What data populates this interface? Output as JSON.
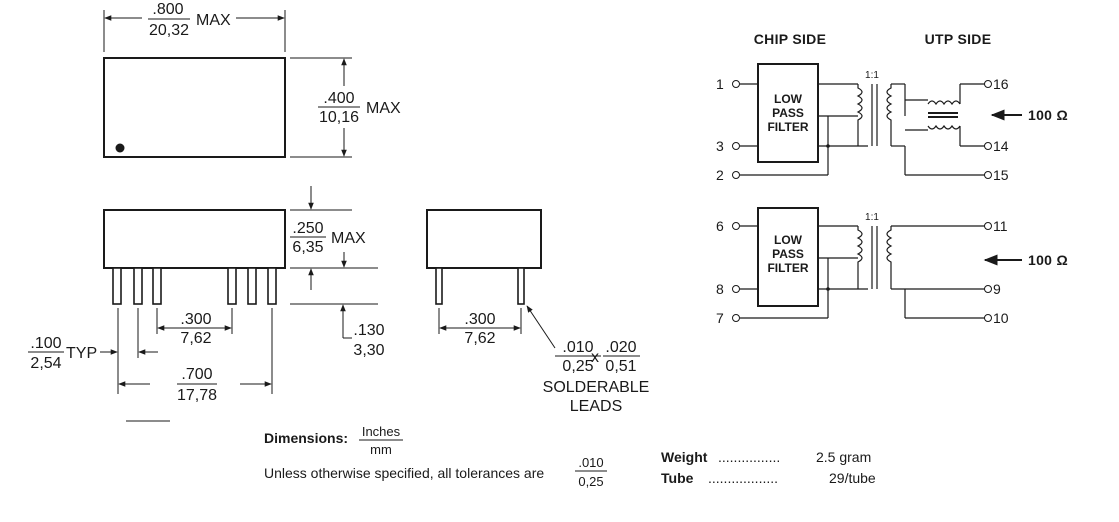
{
  "dimensions_drawing": {
    "length": {
      "inches": ".800",
      "mm": "20,32",
      "suffix": "MAX"
    },
    "width": {
      "inches": ".400",
      "mm": "10,16",
      "suffix": "MAX"
    },
    "height": {
      "inches": ".250",
      "mm": "6,35",
      "suffix": "MAX"
    },
    "row_spacing": {
      "inches": ".300",
      "mm": "7,62"
    },
    "pin_pitch": {
      "inches": ".100",
      "mm": "2,54",
      "suffix": "TYP"
    },
    "pin_length": {
      "inches": ".130",
      "mm": "3,30"
    },
    "side_spacing": {
      "inches": ".300",
      "mm": "7,62"
    },
    "span": {
      "inches": ".700",
      "mm": "17,78"
    },
    "lead_size": {
      "a_inches": ".010",
      "a_mm": "0,25",
      "sep": "x",
      "b_inches": ".020",
      "b_mm": "0,51"
    },
    "lead_note_line1": "SOLDERABLE",
    "lead_note_line2": "LEADS"
  },
  "notes": {
    "dimensions_label": "Dimensions:",
    "units_top": "Inches",
    "units_bottom": "mm",
    "tolerance_text": "Unless otherwise specified, all tolerances are",
    "tolerance_inches": ".010",
    "tolerance_mm": "0,25"
  },
  "specs": [
    {
      "label": "Weight",
      "leader": "................",
      "value": "2.5 gram"
    },
    {
      "label": "Tube",
      "leader": "..................",
      "value": "29/tube"
    }
  ],
  "schematic": {
    "chip_side": "CHIP SIDE",
    "utp_side": "UTP SIDE",
    "filter_line1": "LOW",
    "filter_line2": "PASS",
    "filter_line3": "FILTER",
    "ratio": "1:1",
    "impedance": "100 Ω",
    "channel1": {
      "in_top": "1",
      "in_mid": "3",
      "in_bot": "2",
      "out_top": "16",
      "out_mid": "14",
      "out_bot": "15"
    },
    "channel2": {
      "in_top": "6",
      "in_mid": "8",
      "in_bot": "7",
      "out_top": "11",
      "out_mid": "9",
      "out_bot": "10"
    }
  }
}
